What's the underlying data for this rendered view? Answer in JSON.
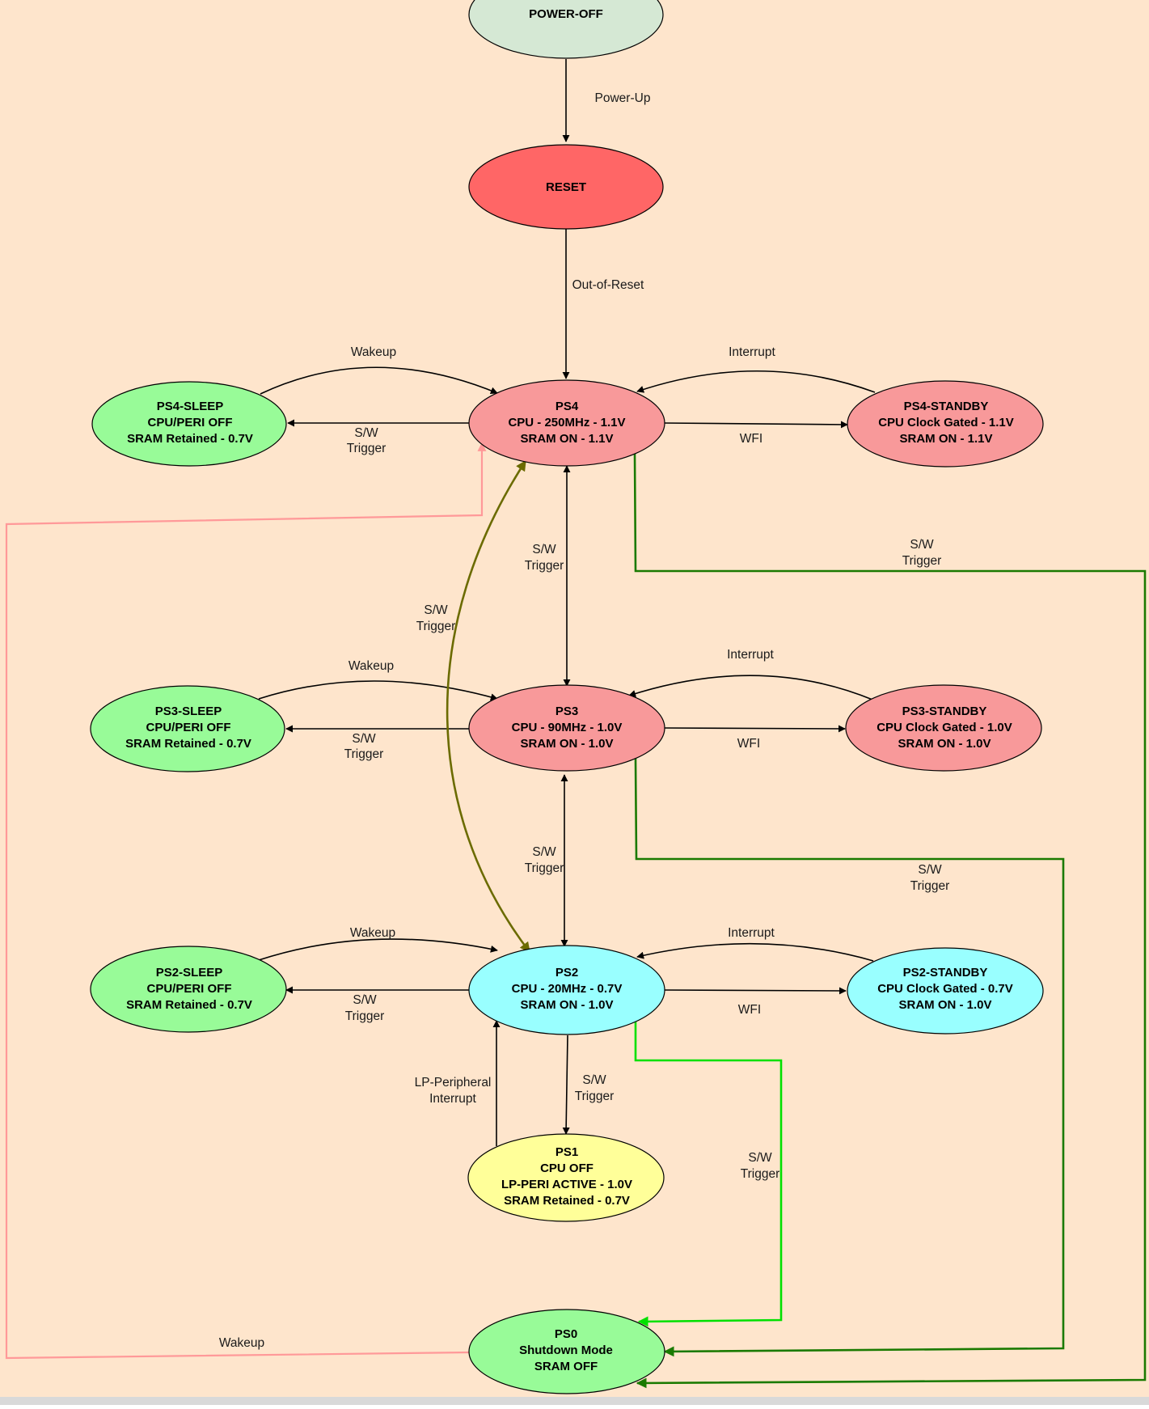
{
  "colors": {
    "background": "#fee5cc",
    "power_off": "#d5e8d4",
    "reset": "#ff6666",
    "ps4_ps3": "#f8999a",
    "sleep": "#98fb98",
    "ps2": "#99ffff",
    "ps1": "#ffff99",
    "edge_black": "#000000",
    "edge_pink": "#ff9999",
    "edge_olive": "#6b6b00",
    "edge_green": "#1a7a00",
    "edge_lime": "#00e000"
  },
  "nodes": {
    "power_off": [
      "POWER-OFF"
    ],
    "reset": [
      "RESET"
    ],
    "ps4_sleep": [
      "PS4-SLEEP",
      "CPU/PERI OFF",
      "SRAM Retained - 0.7V"
    ],
    "ps4": [
      "PS4",
      "CPU - 250MHz - 1.1V",
      "SRAM ON - 1.1V"
    ],
    "ps4_standby": [
      "PS4-STANDBY",
      "CPU Clock Gated - 1.1V",
      "SRAM ON - 1.1V"
    ],
    "ps3_sleep": [
      "PS3-SLEEP",
      "CPU/PERI OFF",
      "SRAM Retained - 0.7V"
    ],
    "ps3": [
      "PS3",
      "CPU - 90MHz - 1.0V",
      "SRAM ON - 1.0V"
    ],
    "ps3_standby": [
      "PS3-STANDBY",
      "CPU Clock Gated - 1.0V",
      "SRAM ON - 1.0V"
    ],
    "ps2_sleep": [
      "PS2-SLEEP",
      "CPU/PERI OFF",
      "SRAM Retained - 0.7V"
    ],
    "ps2": [
      "PS2",
      "CPU - 20MHz - 0.7V",
      "SRAM ON - 1.0V"
    ],
    "ps2_standby": [
      "PS2-STANDBY",
      "CPU Clock Gated - 0.7V",
      "SRAM ON - 1.0V"
    ],
    "ps1": [
      "PS1",
      "CPU OFF",
      "LP-PERI ACTIVE - 1.0V",
      "SRAM Retained - 0.7V"
    ],
    "ps0": [
      "PS0",
      "Shutdown Mode",
      "SRAM OFF"
    ]
  },
  "edge_labels": {
    "power_up": [
      "Power-Up"
    ],
    "out_of_reset": [
      "Out-of-Reset"
    ],
    "ps4_wakeup": [
      "Wakeup"
    ],
    "ps4_sleep_trigger": [
      "S/W",
      "Trigger"
    ],
    "ps4_interrupt": [
      "Interrupt"
    ],
    "ps4_wfi": [
      "WFI"
    ],
    "ps4_ps3_trigger": [
      "S/W",
      "Trigger"
    ],
    "ps4_ps0_trigger": [
      "S/W",
      "Trigger"
    ],
    "ps4_ps2_trigger": [
      "S/W",
      "Trigger"
    ],
    "ps3_wakeup": [
      "Wakeup"
    ],
    "ps3_sleep_trigger": [
      "S/W",
      "Trigger"
    ],
    "ps3_interrupt": [
      "Interrupt"
    ],
    "ps3_wfi": [
      "WFI"
    ],
    "ps3_ps2_trigger": [
      "S/W",
      "Trigger"
    ],
    "ps3_ps0_trigger": [
      "S/W",
      "Trigger"
    ],
    "ps2_wakeup": [
      "Wakeup"
    ],
    "ps2_sleep_trigger": [
      "S/W",
      "Trigger"
    ],
    "ps2_interrupt": [
      "Interrupt"
    ],
    "ps2_wfi": [
      "WFI"
    ],
    "lp_interrupt": [
      "LP-Peripheral",
      "Interrupt"
    ],
    "ps2_ps1_trigger": [
      "S/W",
      "Trigger"
    ],
    "ps2_ps0_trigger": [
      "S/W",
      "Trigger"
    ],
    "ps0_wakeup": [
      "Wakeup"
    ]
  }
}
